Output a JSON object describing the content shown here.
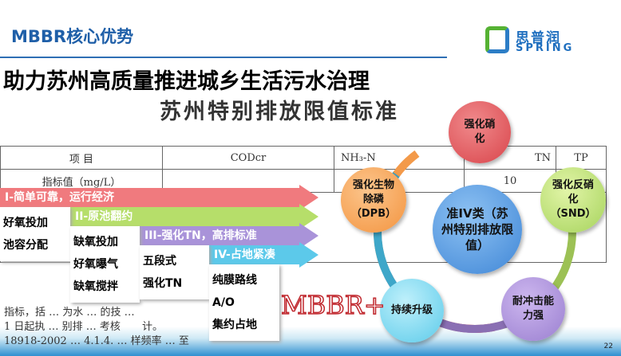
{
  "header": {
    "section": "MBBR核心优势",
    "title": "助力苏州高质量推进城乡生活污水治理",
    "logo_cn": "思普润",
    "logo_en": "SPRING"
  },
  "table": {
    "title": "苏州特别排放限值标准",
    "headers": [
      "项 目",
      "CODcr",
      "NH₃-N",
      "TN",
      "TP"
    ],
    "row": [
      "指标值（mg/L）",
      "",
      "",
      "10",
      ""
    ],
    "note": [
      "指标，括 … 为水 … 的技 …",
      "1 日起执 … 别排 … 考核",
      "18918-2002 … 4.1.4. … 样频率 … 至",
      "计。"
    ]
  },
  "stages": [
    {
      "label": "I-简单可靠，运行经济",
      "items": [
        "好氧投加",
        "池容分配"
      ],
      "color": "#f07a7e"
    },
    {
      "label": "II-原池翻约",
      "items": [
        "缺氧投加",
        "好氧曝气",
        "缺氧搅拌"
      ],
      "color": "#b6de6a"
    },
    {
      "label": "III-强化TN，高排标准",
      "items": [
        "五段式",
        "强化TN"
      ],
      "color": "#a993d9"
    },
    {
      "label": "IV-占地紧凑",
      "items": [
        "纯膜路线",
        "A/O",
        "集约占地"
      ],
      "color": "#5cc9ea"
    }
  ],
  "cycle": {
    "center": "准IV类（苏州特别排放限值）",
    "nodes": [
      "强化硝化",
      "强化反硝化（SND）",
      "耐冲击能力强",
      "持续升级",
      "强化生物除磷（DPB）"
    ]
  },
  "brand_text": "MBBR+",
  "page_number": "22"
}
